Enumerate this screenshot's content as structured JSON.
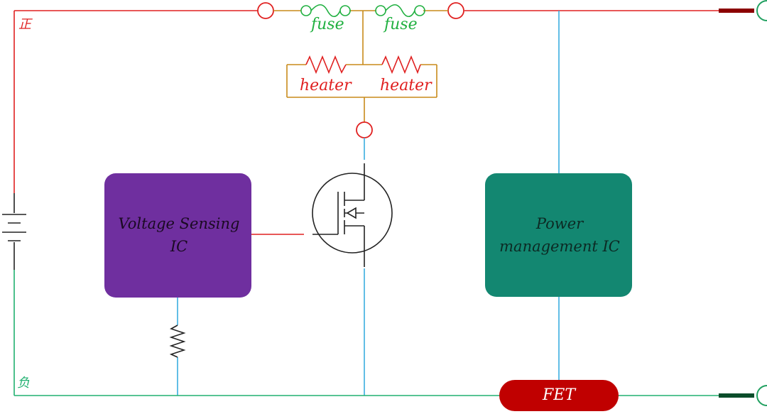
{
  "labels": {
    "positive": "正",
    "negative": "负",
    "fuse_left": "fuse",
    "fuse_right": "fuse",
    "heater_left": "heater",
    "heater_right": "heater",
    "voltage_ic_line1": "Voltage Sensing",
    "voltage_ic_line2": "IC",
    "power_ic_line1": "Power",
    "power_ic_line2": "management IC",
    "fet": "FET"
  },
  "colors": {
    "positive_wire": "#e02020",
    "negative_wire": "#20b070",
    "signal_wire": "#3aaee0",
    "heater_wire": "#c88a1a",
    "fuse": "#20b040",
    "heater_resistor": "#e02020",
    "voltage_ic_fill": "#6f2f9f",
    "power_ic_fill": "#138771",
    "fet_fill": "#c00000",
    "terminal": "#8b0000"
  }
}
